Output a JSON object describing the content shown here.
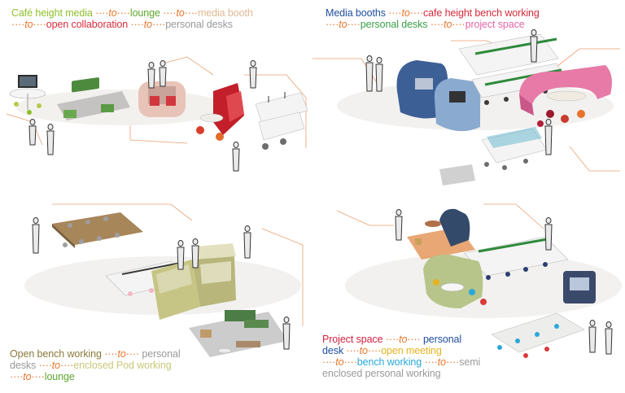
{
  "colors": {
    "connector": "#e8762c",
    "cafe": "#8fbf2c",
    "lounge": "#5fa62e",
    "media_booth": "#e0b994",
    "open_collaboration": "#d72d3c",
    "personal_desks_grey": "#9a9a9a",
    "media_booths_blue": "#1f4fa0",
    "cafe_bench_red": "#d42a3a",
    "personal_desks_green": "#3aa04a",
    "project_space_pink": "#e565a8",
    "open_bench_olive": "#8a7a3a",
    "enclosed_pod": "#c9c77a",
    "project_space_red": "#d41f3f",
    "personal_desk_blue": "#1f4fa0",
    "open_meeting": "#e6b21e",
    "bench_working": "#2aa8d8",
    "semi_enclosed_grey": "#9a9a9a"
  },
  "q1": {
    "line1": [
      {
        "text": "Café height media ",
        "color": "#8fbf2c"
      },
      {
        "text": "····",
        "color": "dot"
      },
      {
        "text": "to",
        "color": "to"
      },
      {
        "text": "····",
        "color": "dot"
      },
      {
        "text": "lounge ",
        "color": "#5fa62e"
      },
      {
        "text": "····",
        "color": "dot"
      },
      {
        "text": "to",
        "color": "to"
      },
      {
        "text": "····",
        "color": "dot"
      },
      {
        "text": "media booth",
        "color": "#e0b994"
      }
    ],
    "line2": [
      {
        "text": "····",
        "color": "dot"
      },
      {
        "text": "to",
        "color": "to"
      },
      {
        "text": "····",
        "color": "dot"
      },
      {
        "text": "open collaboration ",
        "color": "#d72d3c"
      },
      {
        "text": "····",
        "color": "dot"
      },
      {
        "text": "to",
        "color": "to"
      },
      {
        "text": "····",
        "color": "dot"
      },
      {
        "text": "personal desks",
        "color": "#9a9a9a"
      }
    ]
  },
  "q2": {
    "line1": [
      {
        "text": "Media booths ",
        "color": "#1f4fa0"
      },
      {
        "text": "····",
        "color": "dot"
      },
      {
        "text": "to",
        "color": "to"
      },
      {
        "text": "····",
        "color": "dot"
      },
      {
        "text": "cafe height bench working",
        "color": "#d42a3a"
      }
    ],
    "line2": [
      {
        "text": "····",
        "color": "dot"
      },
      {
        "text": "to",
        "color": "to"
      },
      {
        "text": "····",
        "color": "dot"
      },
      {
        "text": "personal desks ",
        "color": "#3aa04a"
      },
      {
        "text": "····",
        "color": "dot"
      },
      {
        "text": "to",
        "color": "to"
      },
      {
        "text": "····",
        "color": "dot"
      },
      {
        "text": "project space",
        "color": "#e565a8"
      }
    ]
  },
  "q3": {
    "line1": [
      {
        "text": "Open bench working ",
        "color": "#8a7a3a"
      },
      {
        "text": "····",
        "color": "dot"
      },
      {
        "text": "to",
        "color": "to"
      },
      {
        "text": "···· ",
        "color": "dot"
      },
      {
        "text": "personal",
        "color": "#9a9a9a"
      }
    ],
    "line2": [
      {
        "text": "desks ",
        "color": "#9a9a9a"
      },
      {
        "text": "····",
        "color": "dot"
      },
      {
        "text": "to",
        "color": "to"
      },
      {
        "text": "····",
        "color": "dot"
      },
      {
        "text": "enclosed Pod working",
        "color": "#c9c77a"
      }
    ],
    "line3": [
      {
        "text": "····",
        "color": "dot"
      },
      {
        "text": "to",
        "color": "to"
      },
      {
        "text": "····",
        "color": "dot"
      },
      {
        "text": "lounge",
        "color": "#5fa62e"
      }
    ]
  },
  "q4": {
    "line1": [
      {
        "text": "Project space ",
        "color": "#d41f3f"
      },
      {
        "text": "····",
        "color": "dot"
      },
      {
        "text": "to",
        "color": "to"
      },
      {
        "text": "···· ",
        "color": "dot"
      },
      {
        "text": "personal",
        "color": "#1f4fa0"
      }
    ],
    "line2": [
      {
        "text": "desk ",
        "color": "#1f4fa0"
      },
      {
        "text": "····",
        "color": "dot"
      },
      {
        "text": "to",
        "color": "to"
      },
      {
        "text": "····",
        "color": "dot"
      },
      {
        "text": "open meeting",
        "color": "#e6b21e"
      }
    ],
    "line3": [
      {
        "text": "····",
        "color": "dot"
      },
      {
        "text": "to",
        "color": "to"
      },
      {
        "text": "····",
        "color": "dot"
      },
      {
        "text": "bench working ",
        "color": "#2aa8d8"
      },
      {
        "text": "····",
        "color": "dot"
      },
      {
        "text": "to",
        "color": "to"
      },
      {
        "text": "····",
        "color": "dot"
      },
      {
        "text": "semi",
        "color": "#9a9a9a"
      }
    ],
    "line4": [
      {
        "text": "enclosed personal working",
        "color": "#9a9a9a"
      }
    ]
  }
}
